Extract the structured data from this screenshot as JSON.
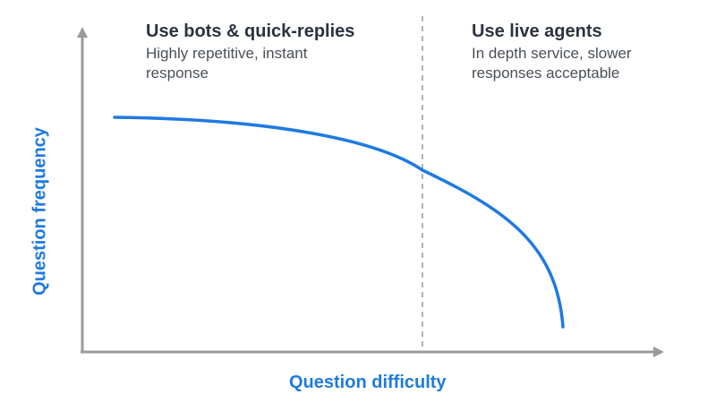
{
  "regions": {
    "left": {
      "title": "Use bots & quick-replies",
      "description": "Highly repetitive, instant\nresponse"
    },
    "right": {
      "title": "Use live agents",
      "description": "In depth service, slower\nresponses acceptable"
    }
  },
  "axes": {
    "x_label": "Question difficulty",
    "y_label": "Question frequency"
  },
  "colors": {
    "axis": "#9a9a9a",
    "curve": "#1f7ae0",
    "divider": "#9a9a9a",
    "label": "#1f7ae0",
    "title": "#2b3340",
    "description": "#4a4f57"
  }
}
